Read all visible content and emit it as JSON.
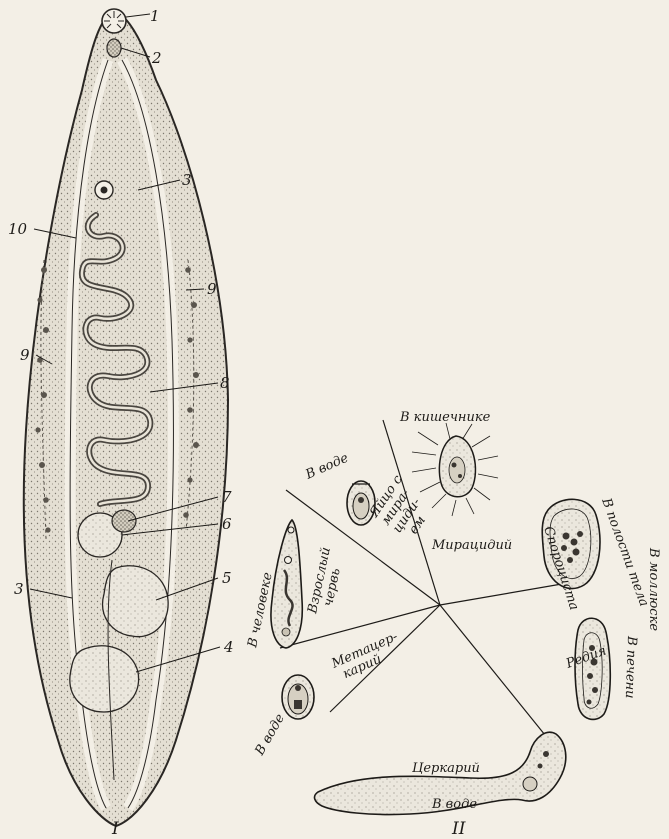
{
  "figure_I": {
    "roman_label": "I",
    "callouts": [
      "1",
      "2",
      "3",
      "10",
      "9",
      "9",
      "8",
      "7",
      "6",
      "3",
      "5",
      "4"
    ]
  },
  "figure_II": {
    "roman_label": "II",
    "regions": {
      "v_kishechnike": "В кишечнике",
      "v_vode_top": "В воде",
      "v_polosti_tela": "В полости тела",
      "v_mollyuske": "В моллюске",
      "v_pecheni": "В печени",
      "v_cheloveke": "В человеке",
      "v_vode_left": "В воде",
      "v_vode_bottom": "В воде"
    },
    "stages": {
      "yaytso": [
        "Яйцо с",
        "мира-",
        "циди-",
        "ем"
      ],
      "miratsidiy": "Мирацидий",
      "sporotsista": "Спороциста",
      "rediya": "Редия",
      "vzrosly": [
        "Взрослый",
        "червь"
      ],
      "metatserkariy": [
        "Метацер-",
        "карий"
      ],
      "tserkariy": "Церкарий"
    }
  },
  "colors": {
    "paper": "#f3efe6",
    "ink": "#1d1b18",
    "stipple": "#8a857b"
  }
}
